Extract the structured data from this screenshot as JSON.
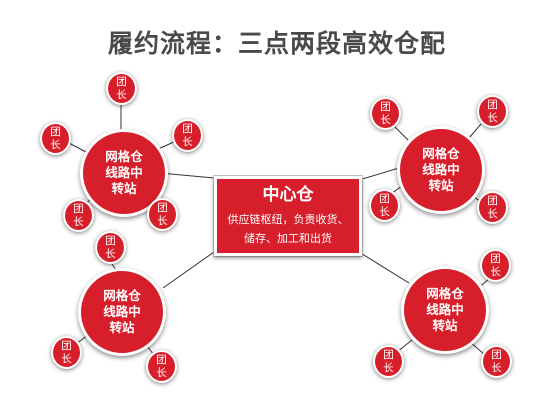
{
  "title": "履约流程：三点两段高效仓配",
  "center": {
    "title": "中心仓",
    "desc_line1": "供应链枢纽，负责收货、",
    "desc_line2": "储存、加工和出货"
  },
  "hub_label": "网格仓\n线路中\n转站",
  "leader_label": "团\n长",
  "colors": {
    "red": "#d71f2b",
    "title": "#4a4a4a",
    "line": "#333333"
  }
}
